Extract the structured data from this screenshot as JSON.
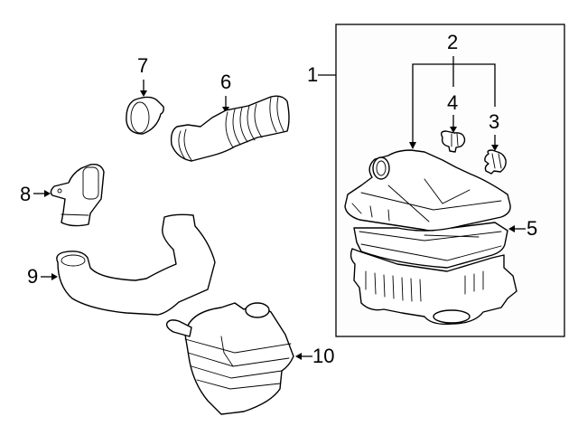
{
  "diagram": {
    "title": "Air cleaner assembly parts diagram",
    "callouts": [
      {
        "number": "1",
        "part": "air-cleaner-assembly"
      },
      {
        "number": "2",
        "part": "upper-housing-clips-group"
      },
      {
        "number": "3",
        "part": "clamp-clip"
      },
      {
        "number": "4",
        "part": "sensor-connector"
      },
      {
        "number": "5",
        "part": "air-filter-element"
      },
      {
        "number": "6",
        "part": "intake-hose"
      },
      {
        "number": "7",
        "part": "hose-clamp"
      },
      {
        "number": "8",
        "part": "intake-duct-elbow"
      },
      {
        "number": "9",
        "part": "air-inlet-duct"
      },
      {
        "number": "10",
        "part": "resonator"
      }
    ]
  }
}
